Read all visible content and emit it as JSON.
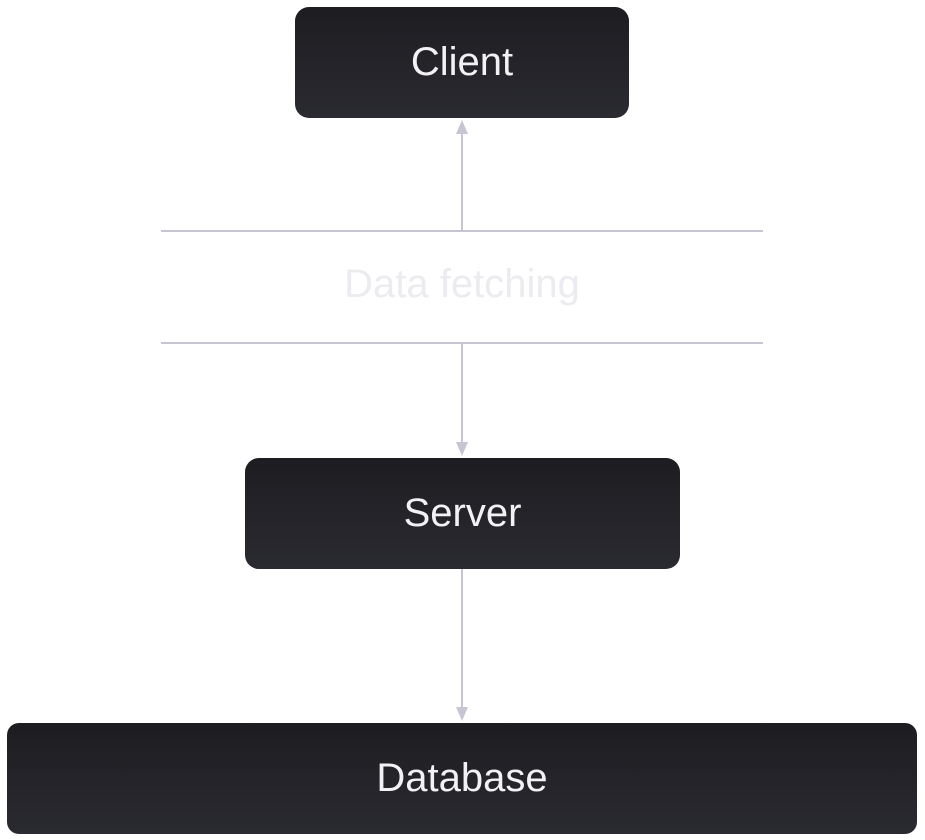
{
  "nodes": {
    "client": "Client",
    "server": "Server",
    "database": "Database"
  },
  "layer": {
    "label": "Data fetching"
  },
  "colors": {
    "node_fill": "#1d1d21",
    "node_text": "#f2f2f4",
    "connector": "#c6c6d2",
    "layer_text": "#ececf0"
  }
}
